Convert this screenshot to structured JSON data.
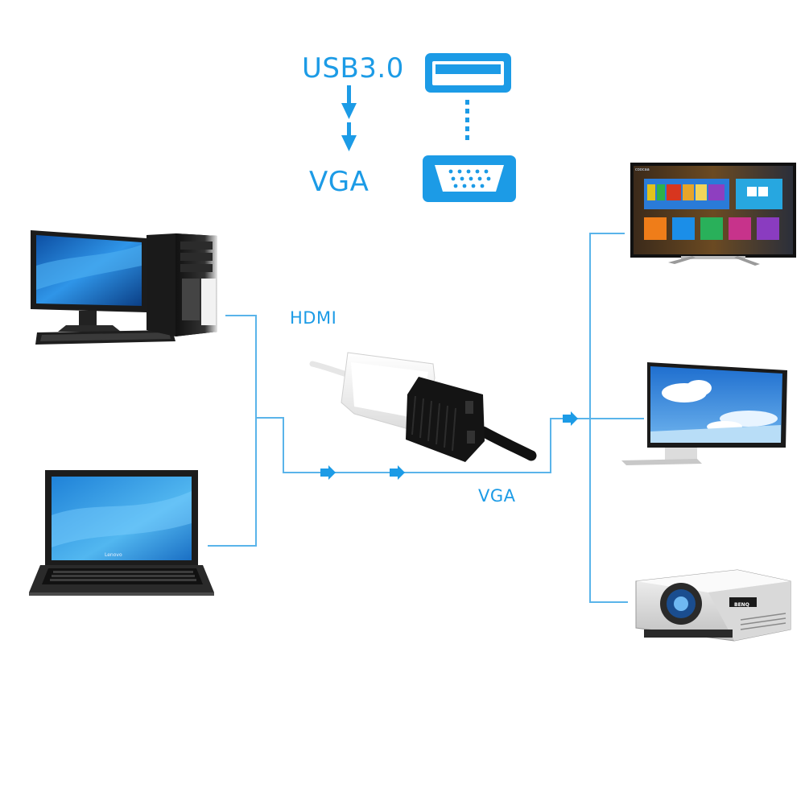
{
  "labels": {
    "usb": "USB3.0",
    "vga_top": "VGA",
    "hdmi": "HDMI",
    "vga_mid": "VGA"
  },
  "devices": {
    "tv_status": "coocaa",
    "tv_title": "",
    "laptop_brand": "Lenovo",
    "projector_brand": "BENQ"
  },
  "colors": {
    "accent": "#1c9be6",
    "line": "#5ab4ea",
    "dark": "#1e1e1e",
    "screen_blue": "#2f86d6"
  },
  "icons": [
    "usb-port-icon",
    "vga-port-icon",
    "down-arrow-icon",
    "right-arrow-icon"
  ]
}
